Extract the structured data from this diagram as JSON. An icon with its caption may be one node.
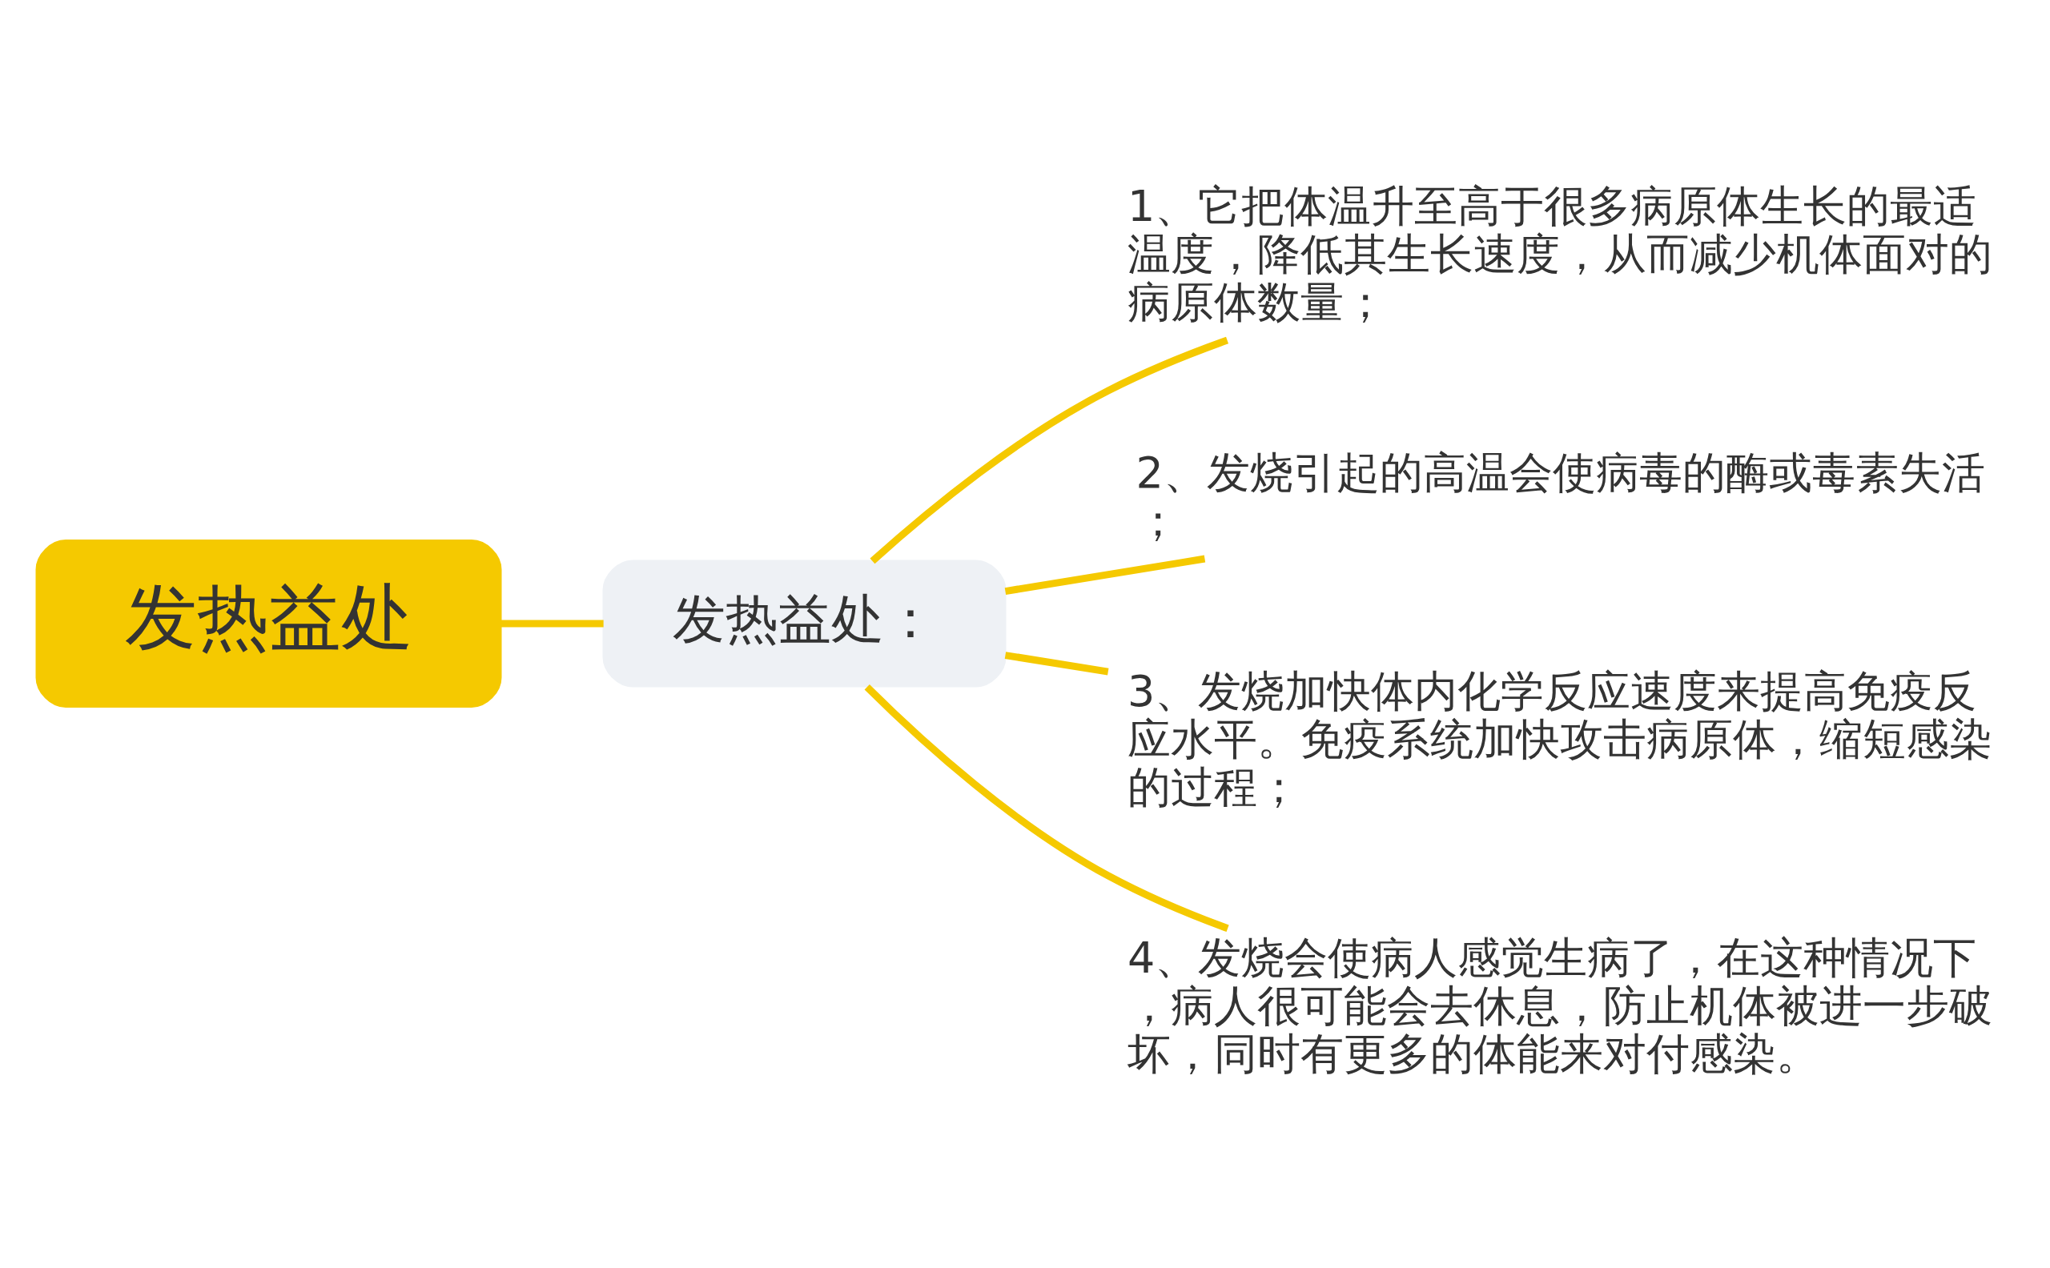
{
  "diagram": {
    "nodes": [
      {
        "text": [
          "发热益处"
        ]
      },
      {
        "text": [
          "发热益处："
        ]
      },
      {
        "text": [
          "1、它把体温升至高于很多病原体生长的最适温度，降低其生长速度，从而减少机体面对的病原体数量；"
        ]
      },
      {
        "text": [
          "2、发烧引起的高温会使病毒的酶或毒素失活；"
        ]
      },
      {
        "text": [
          "3、发烧加快体内化学反应速度来提高免疫反应水平。免疫系统加快攻击病原体，缩短感染的过程；"
        ]
      },
      {
        "text": [
          "4、发烧会使病人感觉生病了，在这种情况下，病人很可能会去休息，防止机体被进一步破坏，同时有更多的体能来对付感染。"
        ]
      }
    ],
    "edges": [
      {
        "from": 0,
        "to": 1,
        "arrow": "none"
      },
      {
        "from": 1,
        "to": 2,
        "arrow": "none"
      },
      {
        "from": 1,
        "to": 3,
        "arrow": "none"
      },
      {
        "from": 1,
        "to": 4,
        "arrow": "none"
      },
      {
        "from": 1,
        "to": 5,
        "arrow": "none"
      }
    ]
  }
}
